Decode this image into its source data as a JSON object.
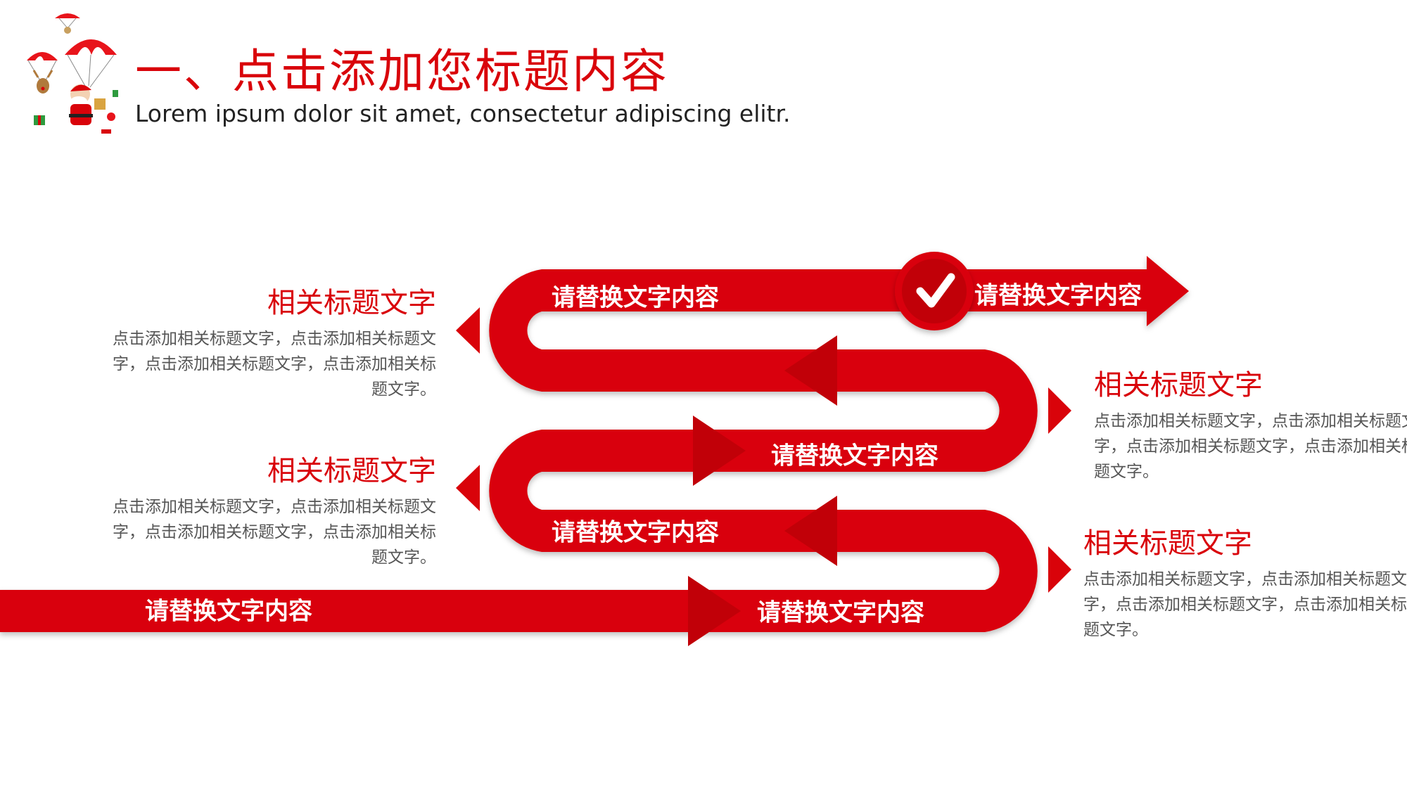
{
  "header": {
    "title": "一、点击添加您标题内容",
    "subtitle": "Lorem ipsum dolor sit amet, consectetur adipiscing elitr."
  },
  "colors": {
    "accent": "#d9030a",
    "accent_dark": "#b80008",
    "body_text": "#555555",
    "subtitle_text": "#222222"
  },
  "path": {
    "labels": [
      "请替换文字内容",
      "请替换文字内容",
      "请替换文字内容",
      "请替换文字内容",
      "请替换文字内容",
      "请替换文字内容"
    ],
    "badge_icon": "check-icon"
  },
  "blocks": [
    {
      "title": "相关标题文字",
      "body": "点击添加相关标题文字，点击添加相关标题文字，点击添加相关标题文字，点击添加相关标题文字。"
    },
    {
      "title": "相关标题文字",
      "body": "点击添加相关标题文字，点击添加相关标题文字，点击添加相关标题文字，点击添加相关标题文字。"
    },
    {
      "title": "相关标题文字",
      "body": "点击添加相关标题文字，点击添加相关标题文字，点击添加相关标题文字，点击添加相关标题文字。"
    },
    {
      "title": "相关标题文字",
      "body": "点击添加相关标题文字，点击添加相关标题文字，点击添加相关标题文字，点击添加相关标题文字。"
    }
  ]
}
